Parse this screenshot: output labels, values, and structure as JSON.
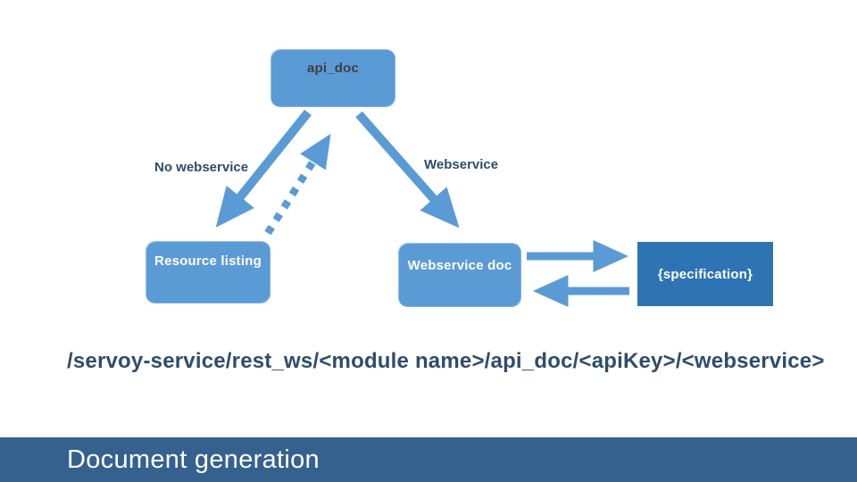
{
  "slide": {
    "footer_title": "Document generation",
    "url_text": "/servoy-service/rest_ws/<module name>/api_doc/<apiKey>/<webservice>",
    "nodes": {
      "api_doc": "api_doc",
      "resource_listing": "Resource listing",
      "webservice_doc": "Webservice doc",
      "specification": "{specification}"
    },
    "labels": {
      "no_webservice": "No webservice",
      "webservice": "Webservice"
    },
    "colors": {
      "node_blue": "#5B9BD5",
      "spec_blue": "#2E74B5",
      "footer_blue": "#35618F",
      "label_navy": "#2E4D6B",
      "api_doc_text": "#3F3F3F",
      "arrow_blue": "#5B9BD5"
    }
  }
}
